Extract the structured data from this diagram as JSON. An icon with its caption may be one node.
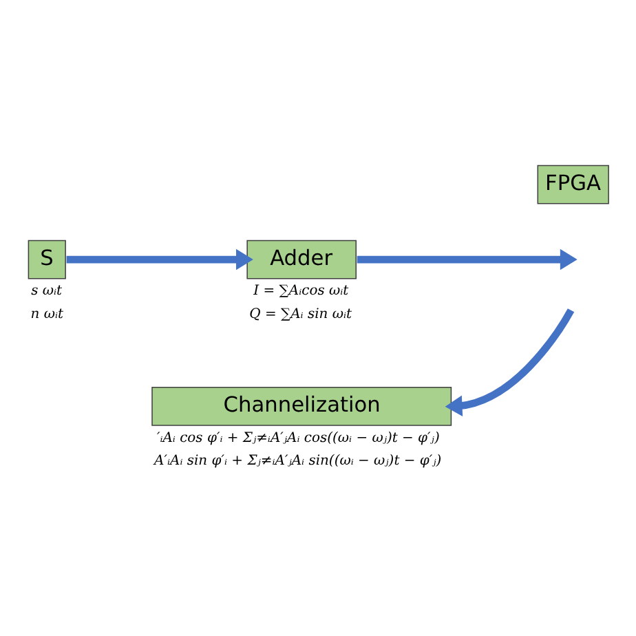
{
  "diagram": {
    "nodes": [
      {
        "text": [
          "FPGA"
        ]
      },
      {
        "text": [
          "S"
        ],
        "beside": [
          "s ωᵢt",
          "n ωᵢt"
        ]
      },
      {
        "text": [
          "Adder"
        ],
        "beside": [
          "I = ∑Aᵢcos ωᵢt",
          "Q = ∑Aᵢ sin ωᵢt"
        ]
      },
      {
        "text": [
          "Channelization"
        ],
        "beside": [
          "′ᵢAᵢ cos φ′ᵢ + Σⱼ≠ᵢA′ⱼAᵢ cos((ωᵢ − ωⱼ)t − φ′ⱼ)",
          "A′ᵢAᵢ sin φ′ᵢ + Σⱼ≠ᵢA′ⱼAᵢ sin((ωᵢ − ωⱼ)t − φ′ⱼ)"
        ]
      }
    ],
    "edges": [
      {
        "from": 1,
        "to": 2,
        "arrow": "to"
      },
      {
        "from": 2,
        "to": null,
        "arrow": "to"
      },
      {
        "from": null,
        "to": 3,
        "arrow": "to"
      }
    ]
  }
}
